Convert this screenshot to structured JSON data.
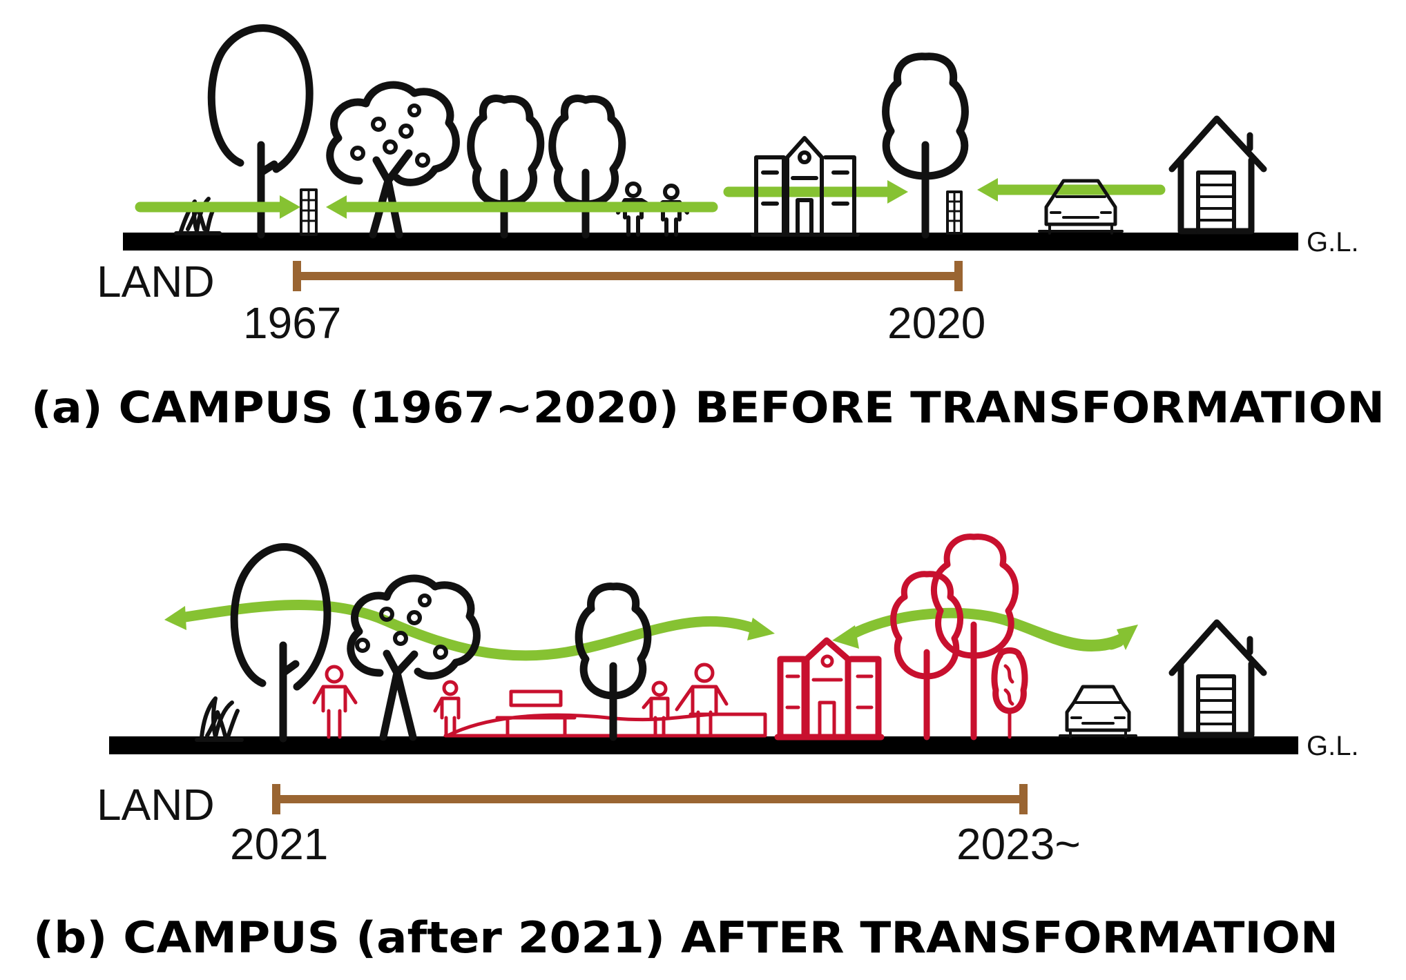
{
  "panel_a": {
    "caption": "(a) CAMPUS (1967~2020) BEFORE TRANSFORMATION",
    "land_label": "LAND",
    "gl_label": "G.L.",
    "start_year": "1967",
    "end_year": "2020"
  },
  "panel_b": {
    "caption": "(b) CAMPUS (after 2021) AFTER TRANSFORMATION",
    "land_label": "LAND",
    "gl_label": "G.L.",
    "start_year": "2021",
    "end_year": "2023~"
  },
  "colors": {
    "outline": "#111111",
    "new_elements": "#c8102e",
    "airflow": "#86c232",
    "timeline": "#9a6532"
  },
  "icons": [
    "grass-icon",
    "tall-tree-icon",
    "fruit-tree-icon",
    "round-tree-icon",
    "fence-icon",
    "people-icon",
    "school-building-icon",
    "car-icon",
    "house-icon",
    "bench-icon",
    "airflow-arrow-icon"
  ]
}
